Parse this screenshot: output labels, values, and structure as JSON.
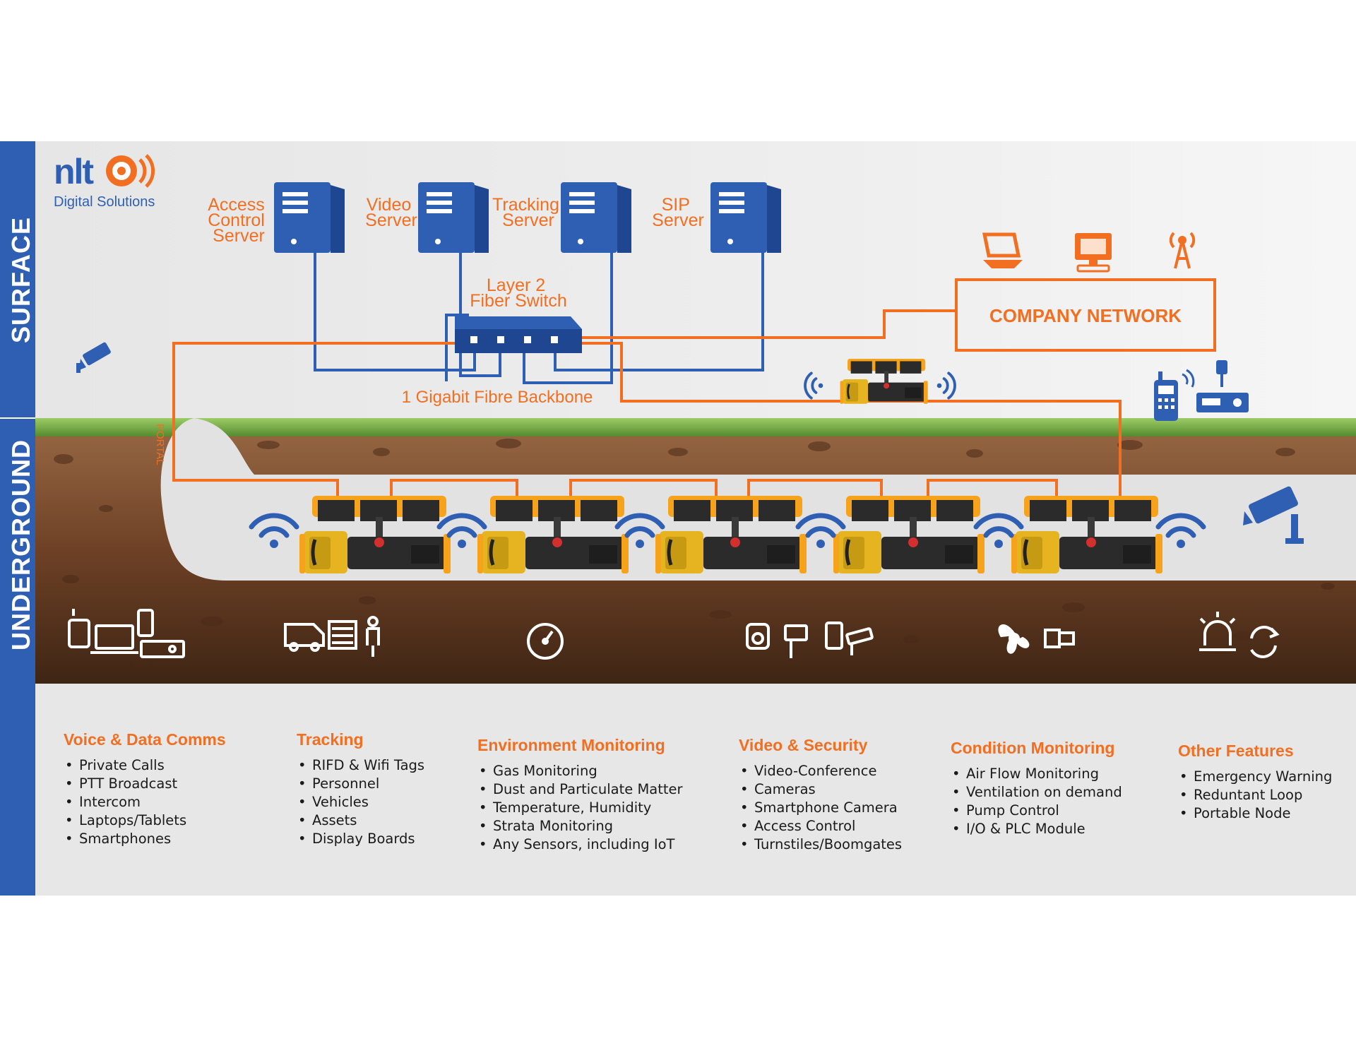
{
  "brand": {
    "logo_text": "nlt",
    "tagline": "Digital Solutions"
  },
  "zones": {
    "surface": "SURFACE",
    "underground": "UNDERGROUND",
    "portal": "PORTAL"
  },
  "servers": [
    {
      "lines": [
        "Access",
        "Control",
        "Server"
      ]
    },
    {
      "lines": [
        "Video",
        "Server"
      ]
    },
    {
      "lines": [
        "Tracking",
        "Server"
      ]
    },
    {
      "lines": [
        "SIP",
        "Server"
      ]
    }
  ],
  "switch": {
    "lines": [
      "Layer 2",
      "Fiber Switch"
    ]
  },
  "backbone": "1 Gigabit Fibre Backbone",
  "company_network": "COMPANY NETWORK",
  "colors": {
    "blue": "#2f5fb3",
    "orange": "#f26f21",
    "grass": "#7cb342",
    "soil": "#7a4a2a",
    "tunnel": "#e2e2e2"
  },
  "features": [
    {
      "title": "Voice & Data Comms",
      "items": [
        "Private Calls",
        "PTT Broadcast",
        "Intercom",
        "Laptops/Tablets",
        "Smartphones"
      ]
    },
    {
      "title": "Tracking",
      "items": [
        "RIFD & Wifi Tags",
        "Personnel",
        "Vehicles",
        "Assets",
        "Display Boards"
      ]
    },
    {
      "title": "Environment Monitoring",
      "items": [
        "Gas Monitoring",
        "Dust and Particulate Matter",
        "Temperature, Humidity",
        "Strata Monitoring",
        "Any Sensors, including IoT"
      ]
    },
    {
      "title": "Video & Security",
      "items": [
        "Video-Conference",
        "Cameras",
        "Smartphone Camera",
        "Access Control",
        "Turnstiles/Boomgates"
      ]
    },
    {
      "title": "Condition Monitoring",
      "items": [
        "Air Flow Monitoring",
        "Ventilation on demand",
        "Pump Control",
        "I/O & PLC Module"
      ]
    },
    {
      "title": "Other Features",
      "items": [
        "Emergency Warning",
        "Reduntant Loop",
        "Portable Node"
      ]
    }
  ]
}
